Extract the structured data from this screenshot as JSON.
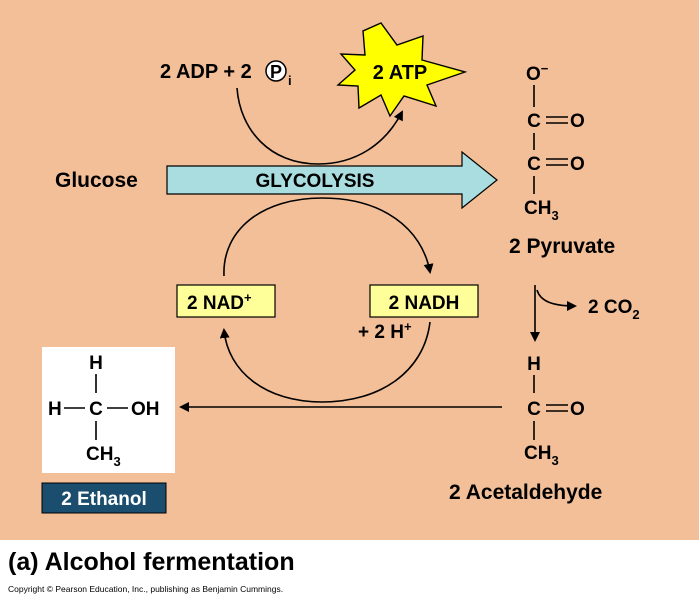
{
  "reactants": {
    "adp": "2 ADP + 2",
    "phosphate_symbol": "P",
    "phosphate_subscript": "i"
  },
  "atp": "2 ATP",
  "glucose": "Glucose",
  "glycolysis": "GLYCOLYSIS",
  "nad": {
    "text": "2 NAD",
    "superscript": "+"
  },
  "nadh": {
    "text": "2 NADH"
  },
  "hydrogen": {
    "text": "+ 2 H",
    "superscript": "+"
  },
  "pyruvate": {
    "label": "2 Pyruvate",
    "o_minus": "O",
    "o_minus_charge": "−",
    "c1": "C",
    "c2": "C",
    "o1": "O",
    "o2": "O",
    "ch3": "CH",
    "ch3_sub": "3"
  },
  "co2": {
    "text": "2 CO",
    "sub": "2"
  },
  "acetaldehyde": {
    "label": "2 Acetaldehyde",
    "h": "H",
    "c": "C",
    "o": "O",
    "ch3": "CH",
    "ch3_sub": "3"
  },
  "ethanol": {
    "label": "2 Ethanol",
    "h_top": "H",
    "h_left": "H",
    "c": "C",
    "oh": "OH",
    "ch3": "CH",
    "ch3_sub": "3"
  },
  "caption": "(a) Alcohol fermentation",
  "copyright": "Copyright © Pearson Education, Inc., publishing as Benjamin Cummings.",
  "colors": {
    "background": "#f3bf98",
    "glycolysis_arrow": "#a9dde0",
    "atp_burst": "#ffff00",
    "box_fill": "#ffff99",
    "ethanol_label_bg": "#1a4d6e"
  }
}
